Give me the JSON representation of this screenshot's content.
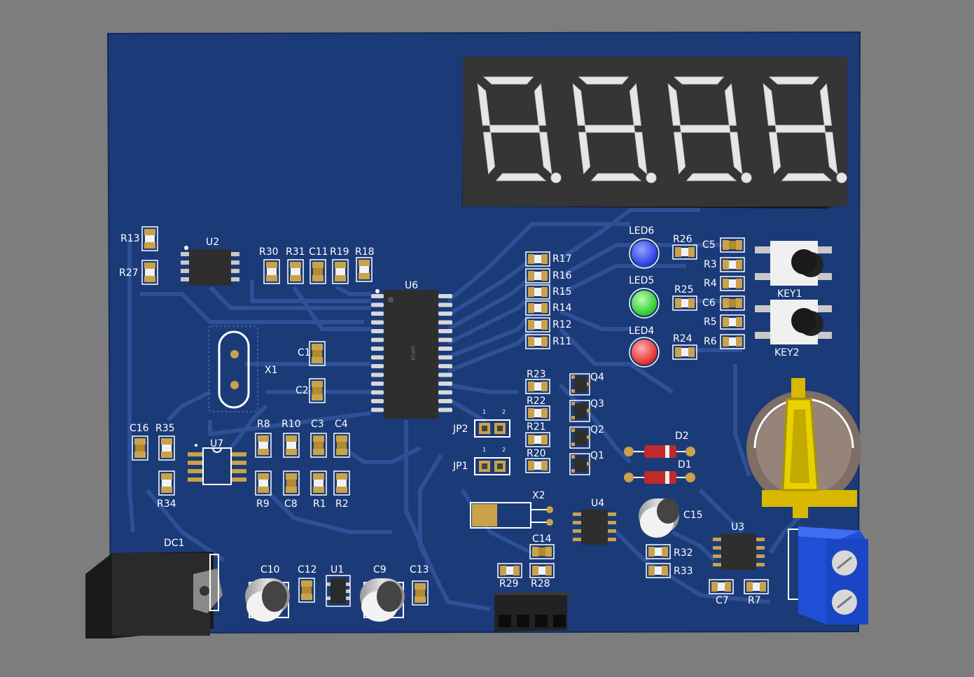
{
  "board": {
    "color": "#1b3a78",
    "trace_color": "#2c4f94",
    "pad_color": "#c9a24a",
    "body_color": "#3a3a3a"
  },
  "display": {
    "color": "#343434",
    "segment_color": "#e6e6e6"
  },
  "labels": {
    "R13": "R13",
    "R27": "R27",
    "U2": "U2",
    "R30": "R30",
    "R31": "R31",
    "C11": "C11",
    "R19": "R19",
    "R18": "R18",
    "U6": "U6",
    "X1": "X1",
    "C1": "C1",
    "C2": "C2",
    "C16": "C16",
    "R35": "R35",
    "U7": "U7",
    "R34": "R34",
    "R8": "R8",
    "R10": "R10",
    "C3": "C3",
    "C4": "C4",
    "R9": "R9",
    "C8": "C8",
    "R1": "R1",
    "R2": "R2",
    "DC1": "DC1",
    "C10": "C10",
    "C12": "C12",
    "U1": "U1",
    "C9": "C9",
    "C13": "C13",
    "R17": "R17",
    "R16": "R16",
    "R15": "R15",
    "R14": "R14",
    "R12": "R12",
    "R11": "R11",
    "R23": "R23",
    "R22": "R22",
    "R21": "R21",
    "R20": "R20",
    "Q4": "Q4",
    "Q3": "Q3",
    "Q2": "Q2",
    "Q1": "Q1",
    "JP2": "JP2",
    "JP1": "JP1",
    "X2": "X2",
    "U4": "U4",
    "C14": "C14",
    "R29": "R29",
    "R28": "R28",
    "LED6": "LED6",
    "LED5": "LED5",
    "LED4": "LED4",
    "R26": "R26",
    "R25": "R25",
    "R24": "R24",
    "C5": "C5",
    "R3": "R3",
    "R4": "R4",
    "C6": "C6",
    "R5": "R5",
    "R6": "R6",
    "KEY1": "KEY1",
    "KEY2": "KEY2",
    "D2": "D2",
    "D1": "D1",
    "C15": "C15",
    "R32": "R32",
    "R33": "R33",
    "U3": "U3",
    "C7": "C7",
    "R7": "R7"
  },
  "pin_numbers": {
    "one": "1",
    "two": "2"
  },
  "chip_marks": {
    "u6": "SOP28"
  },
  "led_colors": {
    "led6": "#1f2fe0",
    "led5": "#19c21c",
    "led4": "#e01a1a"
  },
  "terminal_color": "#1e4fd6"
}
